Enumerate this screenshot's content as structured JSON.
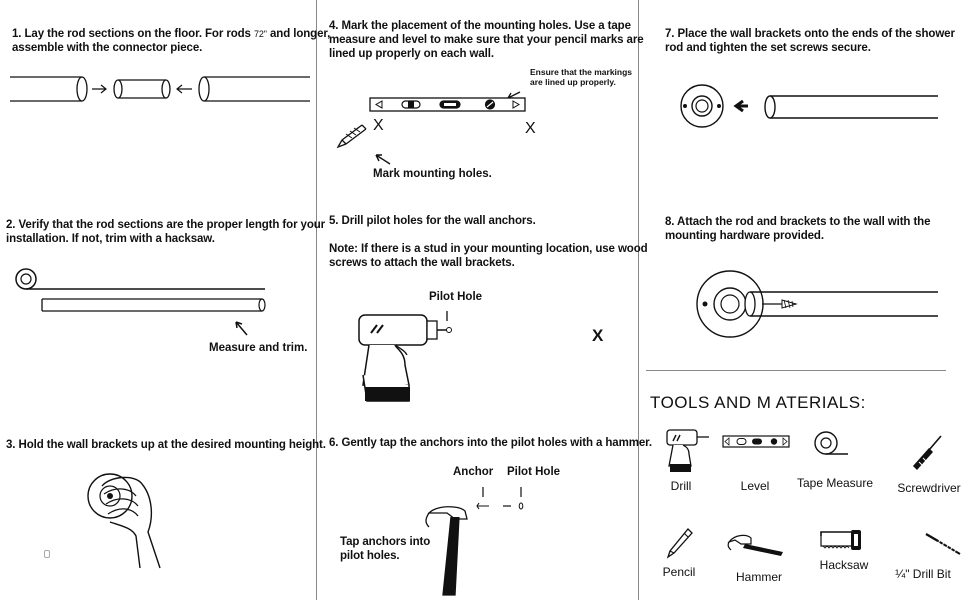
{
  "steps": {
    "s1a": "1. Lay the rod sections on the floor. For rods",
    "s1b": "72\"",
    "s1c": "and longer,",
    "s1d": "assemble with the connector piece.",
    "s2a": "2. Verify that the rod sections are the proper length for your",
    "s2b": "installation. If not, trim with a hacksaw.",
    "s2_label": "Measure and trim.",
    "s3a": "3. Hold the wall brackets up at the desired mounting height.",
    "s4a": "4. Mark the placement of the mounting holes. Use a tape",
    "s4b": "measure and level to make sure that your pencil marks are",
    "s4c": "lined up properly on each wall.",
    "s4_note_a": "Ensure that the markings",
    "s4_note_b": "are lined up properly.",
    "s4_x": "X",
    "s4_label": "Mark mounting holes.",
    "s5a": "5. Drill pilot holes for the wall anchors.",
    "s5b": "Note: If there is a stud in your mounting location, use wood",
    "s5c": "screws to attach the wall brackets.",
    "s5_label": "Pilot Hole",
    "s5_x": "X",
    "s6a": "6. Gently tap the anchors into the pilot holes with a hammer.",
    "s6_anchor": "Anchor",
    "s6_pilot": "Pilot Hole",
    "s6_tap_a": "Tap anchors into",
    "s6_tap_b": "pilot holes.",
    "s7a": "7. Place the wall brackets onto the ends of the shower",
    "s7b": "rod and tighten the set screws secure.",
    "s8a": "8. Attach the rod and brackets to the wall with the",
    "s8b": "mounting hardware provided."
  },
  "tools": {
    "title": "TOOLS  AND M ATERIALS:",
    "drill": "Drill",
    "level": "Level",
    "tape": "Tape Measure",
    "screwdriver": "Screwdriver",
    "pencil": "Pencil",
    "hammer": "Hammer",
    "hacksaw": "Hacksaw",
    "drillbit": "¼\" Drill Bit"
  }
}
